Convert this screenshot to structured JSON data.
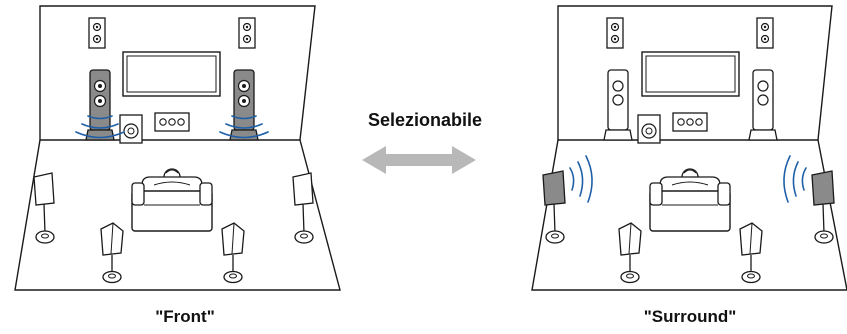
{
  "labels": {
    "selectable": "Selezionabile",
    "left_mode": "\"Front\"",
    "right_mode": "\"Surround\""
  },
  "colors": {
    "outline": "#1a1a1a",
    "highlight_speaker": "#8a8a8a",
    "sound_wave": "#1f5fa8",
    "arrow": "#b8b8b8"
  },
  "icons": {
    "room": "room-outline",
    "tv": "tv-icon",
    "speaker": "speaker-icon",
    "sofa": "sofa-icon",
    "arrow": "double-arrow-icon",
    "sound": "sound-wave-icon"
  }
}
